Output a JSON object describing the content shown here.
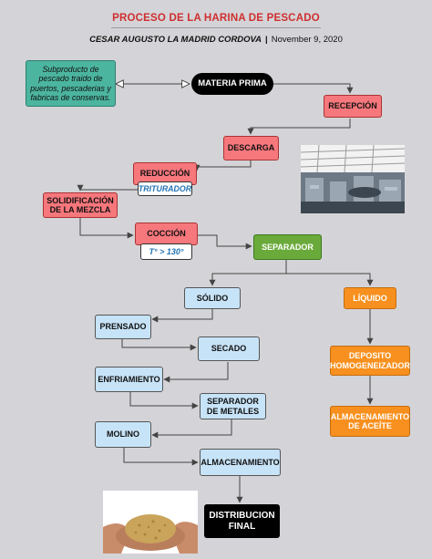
{
  "header": {
    "title": "PROCESO DE LA HARINA DE PESCADO",
    "author": "CESAR AUGUSTO LA MADRID CORDOVA",
    "separator": "|",
    "date": "November 9, 2020"
  },
  "nodes": {
    "subproducto": "Subproducto de pescado traido de puertos, pescaderias y fabricas de conservas.",
    "materia_prima": "MATERIA PRIMA",
    "recepcion": "RECEPCIÓN",
    "descarga": "DESCARGA",
    "reduccion": "REDUCCIÓN",
    "triturador": "TRITURADOR",
    "solidificacion": "SOLIDIFICACIÓN DE LA MEZCLA",
    "coccion": "COCCIÓN",
    "temperatura": "T° > 130°",
    "separador": "SEPARADOR",
    "solido": "SÓLIDO",
    "liquido": "LÍQUIDO",
    "prensado": "PRENSADO",
    "secado": "SECADO",
    "enfriamiento": "ENFRIAMIENTO",
    "separador_metales": "SEPARADOR DE METALES",
    "molino": "MOLINO",
    "almacenamiento": "ALMACENAMIENTO",
    "distribucion": "DISTRIBUCION FINAL",
    "deposito": "DEPOSITO HOMOGENEIZADOR",
    "almacenamiento_aceite": "ALMACENAMIENTO DE ACEÍTE"
  },
  "colors": {
    "red": "#f6777c",
    "blue": "#c7e3f7",
    "orange": "#f7901e",
    "green": "#6aaa3a",
    "teal": "#4cb59f",
    "title_red": "#cf2e2e",
    "tag_text": "#2273b4"
  }
}
